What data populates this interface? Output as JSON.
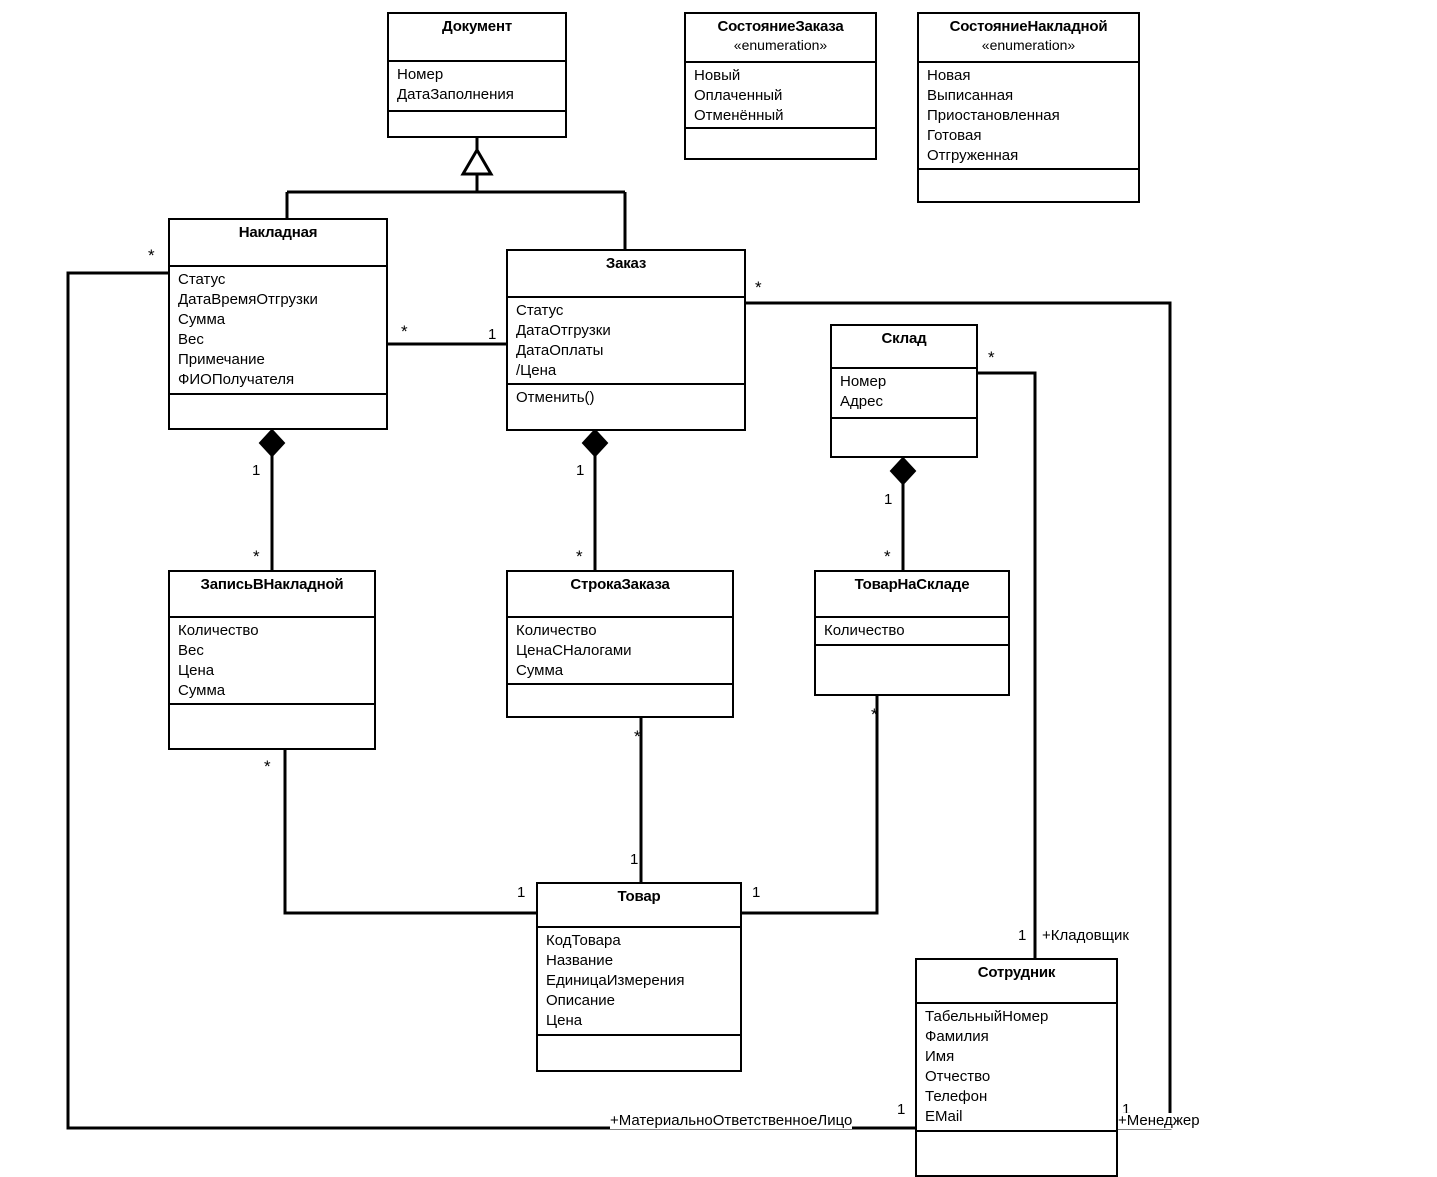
{
  "diagram": {
    "title": "UML Class Diagram",
    "line_color": "#000000",
    "background": "#ffffff"
  },
  "classes": {
    "dokument": {
      "name": "Документ",
      "attributes": [
        "Номер",
        "ДатаЗаполнения"
      ],
      "operations": []
    },
    "sostoyanie_zakaza": {
      "name": "СостояниеЗаказа",
      "stereotype": "«enumeration»",
      "attributes": [
        "Новый",
        "Оплаченный",
        "Отменённый"
      ],
      "operations": []
    },
    "sostoyanie_nakladnoy": {
      "name": "СостояниеНакладной",
      "stereotype": "«enumeration»",
      "attributes": [
        "Новая",
        "Выписанная",
        "Приостановленная",
        "Готовая",
        "Отгруженная"
      ],
      "operations": []
    },
    "nakladnaya": {
      "name": "Накладная",
      "attributes": [
        "Статус",
        "ДатаВремяОтгрузки",
        "Сумма",
        "Вес",
        "Примечание",
        "ФИОПолучателя"
      ],
      "operations": []
    },
    "zakaz": {
      "name": "Заказ",
      "attributes": [
        "Статус",
        "ДатаОтгрузки",
        "ДатаОплаты",
        "/Цена"
      ],
      "operations": [
        "Отменить()"
      ]
    },
    "sklad": {
      "name": "Склад",
      "attributes": [
        "Номер",
        "Адрес"
      ],
      "operations": []
    },
    "zapis_v_nakladnoy": {
      "name": "ЗаписьВНакладной",
      "attributes": [
        "Количество",
        "Вес",
        "Цена",
        "Сумма"
      ],
      "operations": []
    },
    "stroka_zakaza": {
      "name": "СтрокаЗаказа",
      "attributes": [
        "Количество",
        "ЦенаСНалогами",
        "Сумма"
      ],
      "operations": []
    },
    "tovar_na_sklade": {
      "name": "ТоварНаСкладе",
      "attributes": [
        "Количество"
      ],
      "operations": []
    },
    "tovar": {
      "name": "Товар",
      "attributes": [
        "КодТовара",
        "Название",
        "ЕдиницаИзмерения",
        "Описание",
        "Цена"
      ],
      "operations": []
    },
    "sotrudnik": {
      "name": "Сотрудник",
      "attributes": [
        "ТабельныйНомер",
        "Фамилия",
        "Имя",
        "Отчество",
        "Телефон",
        "EMail"
      ],
      "operations": []
    }
  },
  "multiplicities": {
    "nakladnaya_left_star": "*",
    "nakladnaya_right_star": "*",
    "zakaz_left_one": "1",
    "zakaz_right_star": "*",
    "sklad_right_star": "*",
    "nakladnaya_comp_one": "1",
    "zapis_comp_star": "*",
    "zakaz_comp_one": "1",
    "stroka_comp_star": "*",
    "sklad_comp_one": "1",
    "tovarnasklade_comp_star": "*",
    "zapis_bottom_star": "*",
    "stroka_bottom_star": "*",
    "tovarnasklade_bottom_star": "*",
    "tovar_top_one": "1",
    "tovar_left_one": "1",
    "tovar_right_one": "1",
    "sklad_kladovshchik_one": "1",
    "sotrudnik_left_one": "1",
    "sotrudnik_right_one": "1"
  },
  "roles": {
    "kladovshchik": "+Кладовщик",
    "materially_responsible": "+МатериальноОтветственноеЛицо",
    "manager": "+Менеджер"
  },
  "relationships": [
    {
      "type": "generalization",
      "from": [
        "Накладная",
        "Заказ"
      ],
      "to": "Документ"
    },
    {
      "type": "association",
      "from": "Накладная",
      "to": "Заказ",
      "from_mult": "*",
      "to_mult": "1"
    },
    {
      "type": "composition",
      "whole": "Накладная",
      "part": "ЗаписьВНакладной",
      "whole_mult": "1",
      "part_mult": "*"
    },
    {
      "type": "composition",
      "whole": "Заказ",
      "part": "СтрокаЗаказа",
      "whole_mult": "1",
      "part_mult": "*"
    },
    {
      "type": "composition",
      "whole": "Склад",
      "part": "ТоварНаСкладе",
      "whole_mult": "1",
      "part_mult": "*"
    },
    {
      "type": "association",
      "from": "ЗаписьВНакладной",
      "to": "Товар",
      "from_mult": "*",
      "to_mult": "1"
    },
    {
      "type": "association",
      "from": "СтрокаЗаказа",
      "to": "Товар",
      "from_mult": "*",
      "to_mult": "1"
    },
    {
      "type": "association",
      "from": "ТоварНаСкладе",
      "to": "Товар",
      "from_mult": "*",
      "to_mult": "1"
    },
    {
      "type": "association",
      "from": "Склад",
      "to": "Сотрудник",
      "from_mult": "*",
      "to_mult": "1",
      "to_role": "+Кладовщик"
    },
    {
      "type": "association",
      "from": "Накладная",
      "to": "Сотрудник",
      "from_mult": "*",
      "to_mult": "1",
      "to_role": "+МатериальноОтветственноеЛицо"
    },
    {
      "type": "association",
      "from": "Заказ",
      "to": "Сотрудник",
      "from_mult": "*",
      "to_mult": "1",
      "to_role": "+Менеджер"
    }
  ]
}
